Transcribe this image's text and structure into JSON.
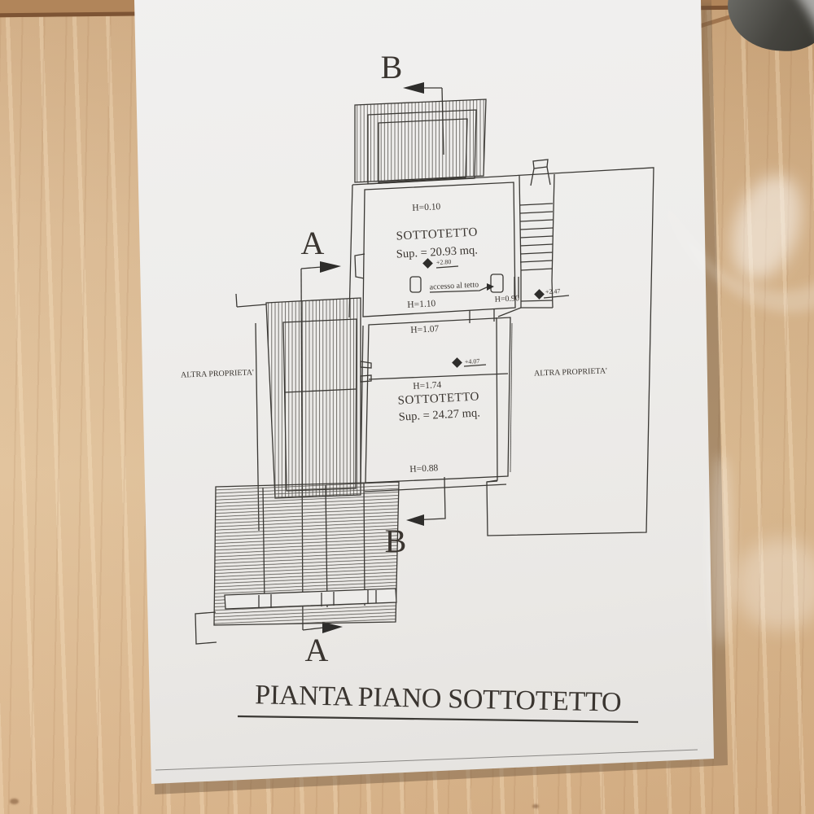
{
  "colors": {
    "paper": "#edecea",
    "ink": "#3a3834",
    "wood": "#d9b68c",
    "wood_dark": "#b1855a"
  },
  "drawing": {
    "title": "PIANTA PIANO SOTTOTETTO",
    "section_markers": {
      "b_top": "B",
      "a_top": "A",
      "b_bottom": "B",
      "a_bottom": "A"
    },
    "room_upper": {
      "name": "SOTTOTETTO",
      "area": "Sup. = 20.93 mq.",
      "height_top": "H=0.10",
      "height_bottom": "H=1.10",
      "elevation": "+2.80",
      "roof_access_label": "accesso al tetto",
      "door_height": "H=0.90",
      "landing_elevation": "+2.47"
    },
    "room_lower": {
      "name": "SOTTOTETTO",
      "area": "Sup. = 24.27 mq.",
      "height_top": "H=1.07",
      "height_mid": "H=1.74",
      "height_bottom": "H=0.88",
      "elevation": "+4.07"
    },
    "neighbor_left": "ALTRA PROPRIETA'",
    "neighbor_right": "ALTRA PROPRIETA'"
  }
}
